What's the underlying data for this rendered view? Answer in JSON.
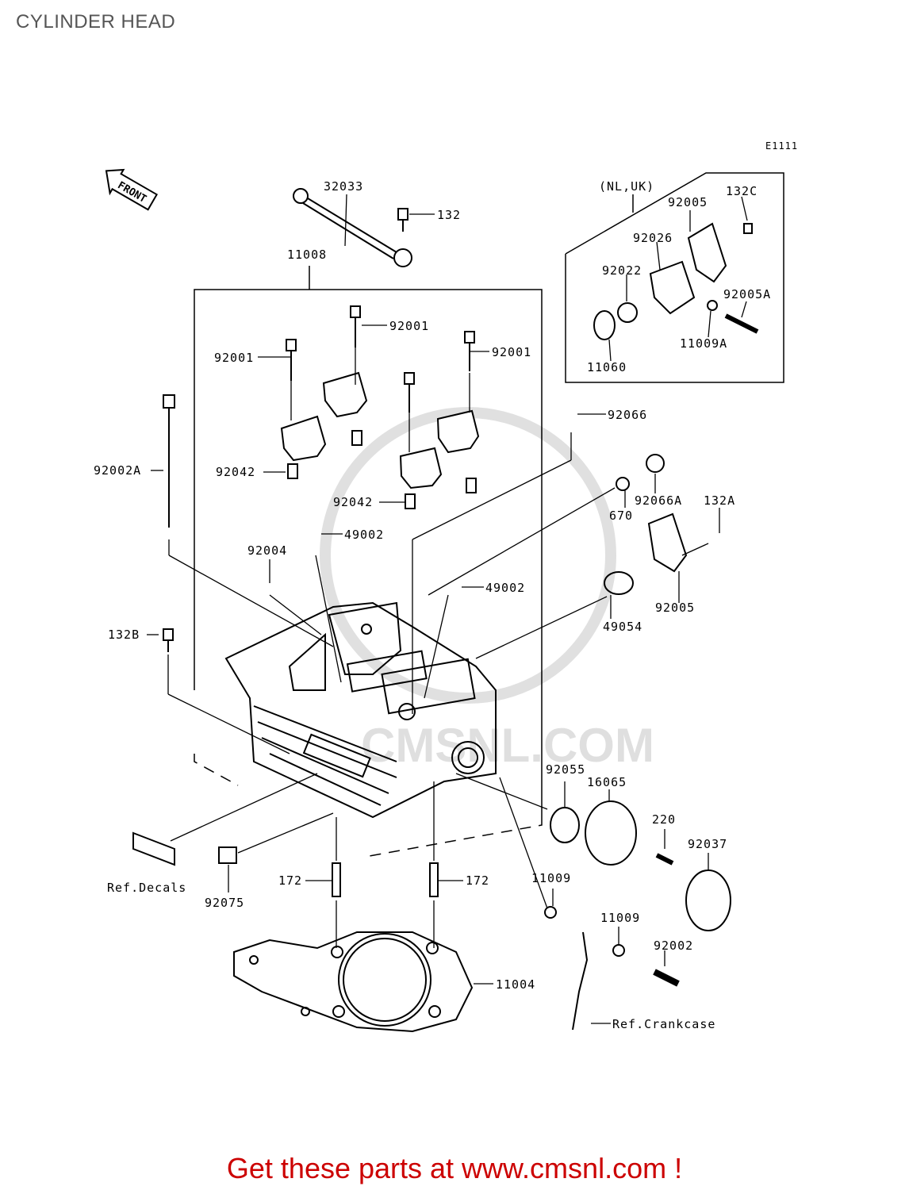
{
  "title": "CYLINDER HEAD",
  "diagram_code": "E1111",
  "front_label": "FRONT",
  "variant_label": "(NL,UK)",
  "watermark": "CMSNL.COM",
  "footer": "Get these parts at www.cmsnl.com !",
  "parts": [
    {
      "id": "p32033",
      "label": "32033"
    },
    {
      "id": "p132",
      "label": "132"
    },
    {
      "id": "p11008",
      "label": "11008"
    },
    {
      "id": "p92001a",
      "label": "92001"
    },
    {
      "id": "p92001b",
      "label": "92001"
    },
    {
      "id": "p92001c",
      "label": "92001"
    },
    {
      "id": "p92066",
      "label": "92066"
    },
    {
      "id": "p92002A",
      "label": "92002A"
    },
    {
      "id": "p92042a",
      "label": "92042"
    },
    {
      "id": "p92042b",
      "label": "92042"
    },
    {
      "id": "p92066A",
      "label": "92066A"
    },
    {
      "id": "p132A",
      "label": "132A"
    },
    {
      "id": "p670",
      "label": "670"
    },
    {
      "id": "p49002a",
      "label": "49002"
    },
    {
      "id": "p92004",
      "label": "92004"
    },
    {
      "id": "p49002b",
      "label": "49002"
    },
    {
      "id": "p92005b",
      "label": "92005"
    },
    {
      "id": "p49054",
      "label": "49054"
    },
    {
      "id": "p132B",
      "label": "132B"
    },
    {
      "id": "p92055",
      "label": "92055"
    },
    {
      "id": "p16065",
      "label": "16065"
    },
    {
      "id": "p220",
      "label": "220"
    },
    {
      "id": "p92037",
      "label": "92037"
    },
    {
      "id": "pDecals",
      "label": "Ref.Decals"
    },
    {
      "id": "p172a",
      "label": "172"
    },
    {
      "id": "p172b",
      "label": "172"
    },
    {
      "id": "p11009a",
      "label": "11009"
    },
    {
      "id": "p92075",
      "label": "92075"
    },
    {
      "id": "p11009b",
      "label": "11009"
    },
    {
      "id": "p92002",
      "label": "92002"
    },
    {
      "id": "p11004",
      "label": "11004"
    },
    {
      "id": "pCrank",
      "label": "Ref.Crankcase"
    },
    {
      "id": "p92005a",
      "label": "92005"
    },
    {
      "id": "p132C",
      "label": "132C"
    },
    {
      "id": "p92026",
      "label": "92026"
    },
    {
      "id": "p92022",
      "label": "92022"
    },
    {
      "id": "p92005A",
      "label": "92005A"
    },
    {
      "id": "p11009A",
      "label": "11009A"
    },
    {
      "id": "p11060",
      "label": "11060"
    }
  ]
}
